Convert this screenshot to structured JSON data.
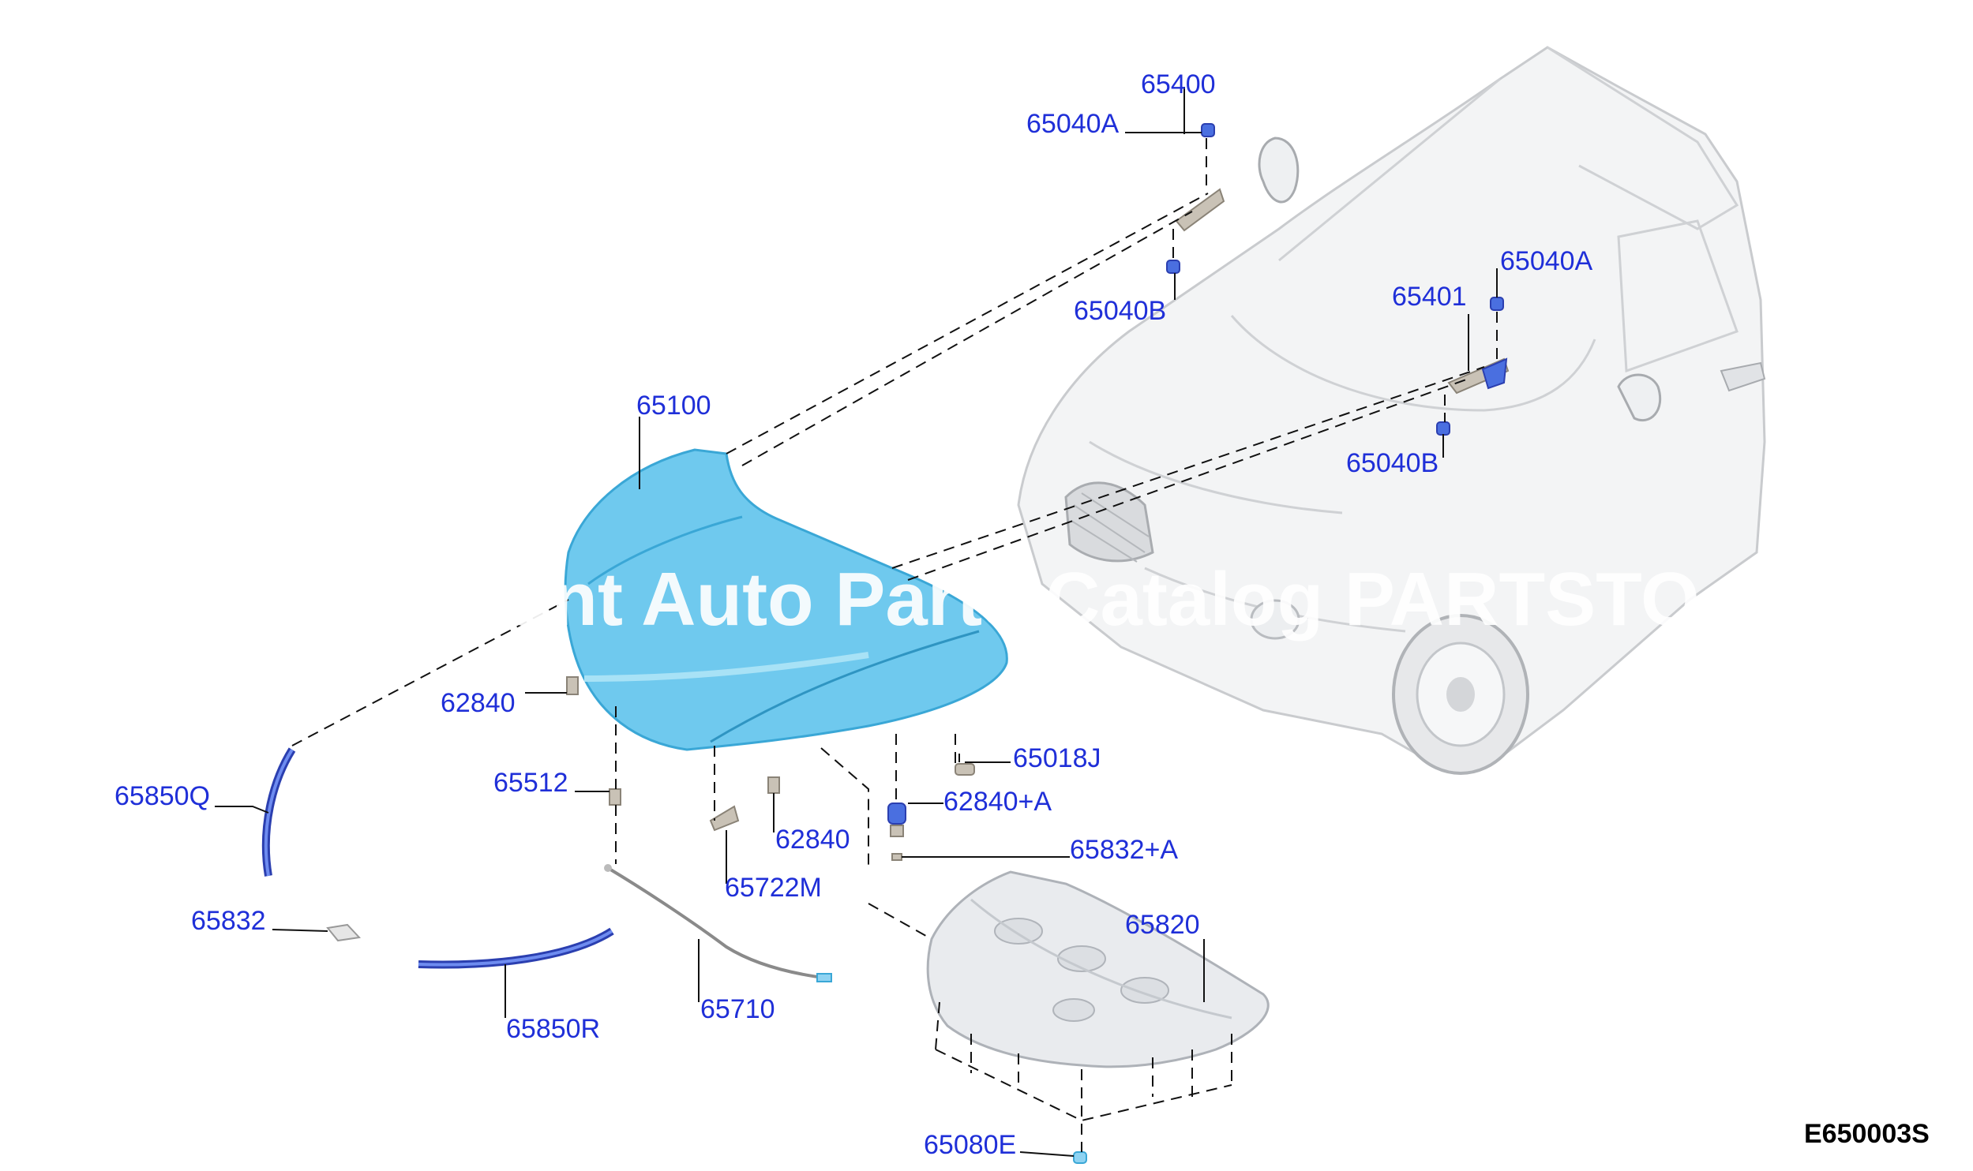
{
  "diagram": {
    "figure_code": "E650003S",
    "watermark": "ant Auto Parts Catalog PARTSTO",
    "labels": [
      {
        "id": "65400",
        "text": "65400"
      },
      {
        "id": "65040A-top",
        "text": "65040A"
      },
      {
        "id": "65040B-left",
        "text": "65040B"
      },
      {
        "id": "65040A-right",
        "text": "65040A"
      },
      {
        "id": "65401",
        "text": "65401"
      },
      {
        "id": "65040B-right",
        "text": "65040B"
      },
      {
        "id": "65100",
        "text": "65100"
      },
      {
        "id": "62840-a",
        "text": "62840"
      },
      {
        "id": "65018J",
        "text": "65018J"
      },
      {
        "id": "65850Q",
        "text": "65850Q"
      },
      {
        "id": "65512",
        "text": "65512"
      },
      {
        "id": "62840A",
        "text": "62840+A"
      },
      {
        "id": "62840-b",
        "text": "62840"
      },
      {
        "id": "65832A",
        "text": "65832+A"
      },
      {
        "id": "65722M",
        "text": "65722M"
      },
      {
        "id": "65820",
        "text": "65820"
      },
      {
        "id": "65832",
        "text": "65832"
      },
      {
        "id": "65710",
        "text": "65710"
      },
      {
        "id": "65850R",
        "text": "65850R"
      },
      {
        "id": "65080E",
        "text": "65080E"
      }
    ]
  }
}
